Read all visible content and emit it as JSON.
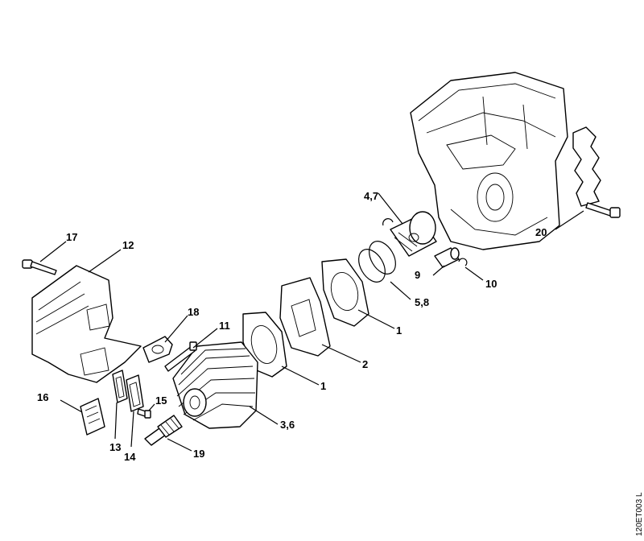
{
  "callouts": {
    "c1": "1",
    "c1b": "1",
    "c2": "2",
    "c36": "3,6",
    "c47": "4,7",
    "c58": "5,8",
    "c9": "9",
    "c10": "10",
    "c11": "11",
    "c12": "12",
    "c13": "13",
    "c14": "14",
    "c15": "15",
    "c16": "16",
    "c17": "17",
    "c18": "18",
    "c19": "19",
    "c20": "20"
  },
  "drawing_ref": "120ET003 L"
}
